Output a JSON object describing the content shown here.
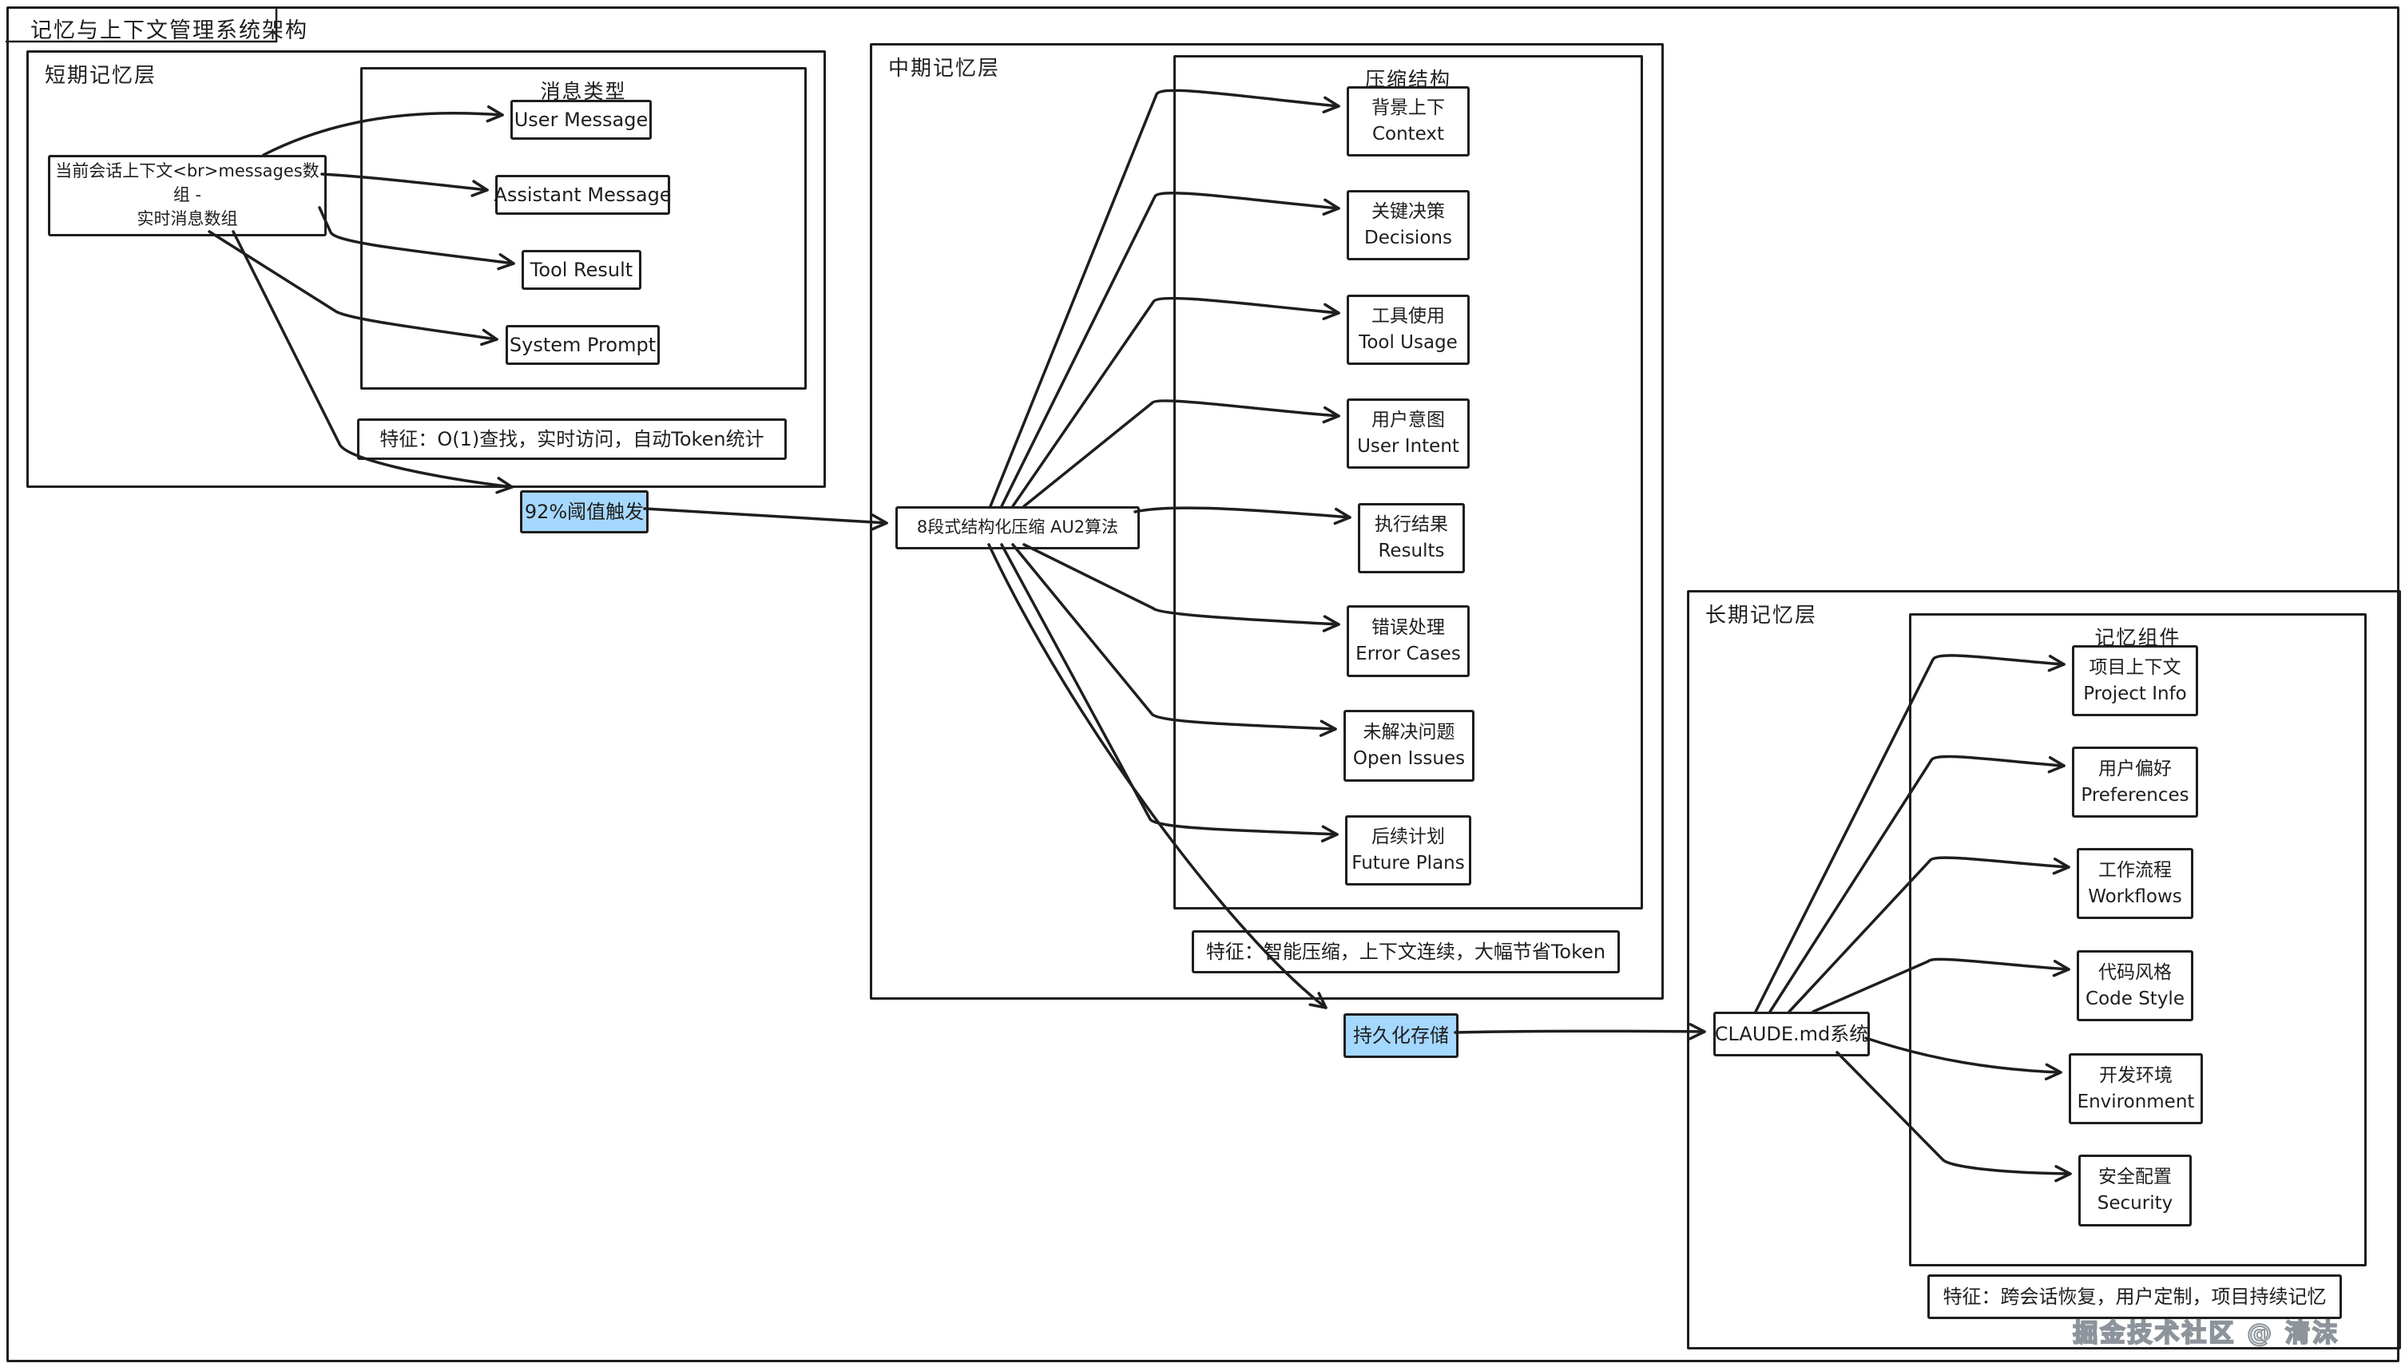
{
  "diagram_title": "记忆与上下文管理系统架构",
  "watermark": "掘金技术社区 @ 清沫",
  "colors": {
    "stroke": "#1e1e1e",
    "highlight_fill": "#a5d8ff",
    "background": "#ffffff",
    "watermark_outline": "#8d949b"
  },
  "short_term": {
    "label": "短期记忆层",
    "source_node": {
      "line1": "当前会话上下文<br>messages数组 -",
      "line2": "实时消息数组"
    },
    "message_types": {
      "title": "消息类型",
      "items": [
        {
          "label": "User Message"
        },
        {
          "label": "Assistant Message"
        },
        {
          "label": "Tool Result"
        },
        {
          "label": "System Prompt"
        }
      ]
    },
    "features": "特征：O(1)查找，实时访问，自动Token统计",
    "trigger_node": "92%阈值触发"
  },
  "mid_term": {
    "label": "中期记忆层",
    "algorithm_node": "8段式结构化压缩 AU2算法",
    "compression": {
      "title": "压缩结构",
      "items": [
        {
          "zh": "背景上下",
          "en": "Context"
        },
        {
          "zh": "关键决策",
          "en": "Decisions"
        },
        {
          "zh": "工具使用",
          "en": "Tool Usage"
        },
        {
          "zh": "用户意图",
          "en": "User Intent"
        },
        {
          "zh": "执行结果",
          "en": "Results"
        },
        {
          "zh": "错误处理",
          "en": "Error Cases"
        },
        {
          "zh": "未解决问题",
          "en": "Open Issues"
        },
        {
          "zh": "后续计划",
          "en": "Future Plans"
        }
      ]
    },
    "features": "特征：智能压缩，上下文连续，大幅节省Token",
    "persistence_node": "持久化存储"
  },
  "long_term": {
    "label": "长期记忆层",
    "system_node": "CLAUDE.md系统",
    "memory_components": {
      "title": "记忆组件",
      "items": [
        {
          "zh": "项目上下文",
          "en": "Project Info"
        },
        {
          "zh": "用户偏好",
          "en": "Preferences"
        },
        {
          "zh": "工作流程",
          "en": "Workflows"
        },
        {
          "zh": "代码风格",
          "en": "Code Style"
        },
        {
          "zh": "开发环境",
          "en": "Environment"
        },
        {
          "zh": "安全配置",
          "en": "Security"
        }
      ]
    },
    "features": "特征：跨会话恢复，用户定制，项目持续记忆"
  }
}
